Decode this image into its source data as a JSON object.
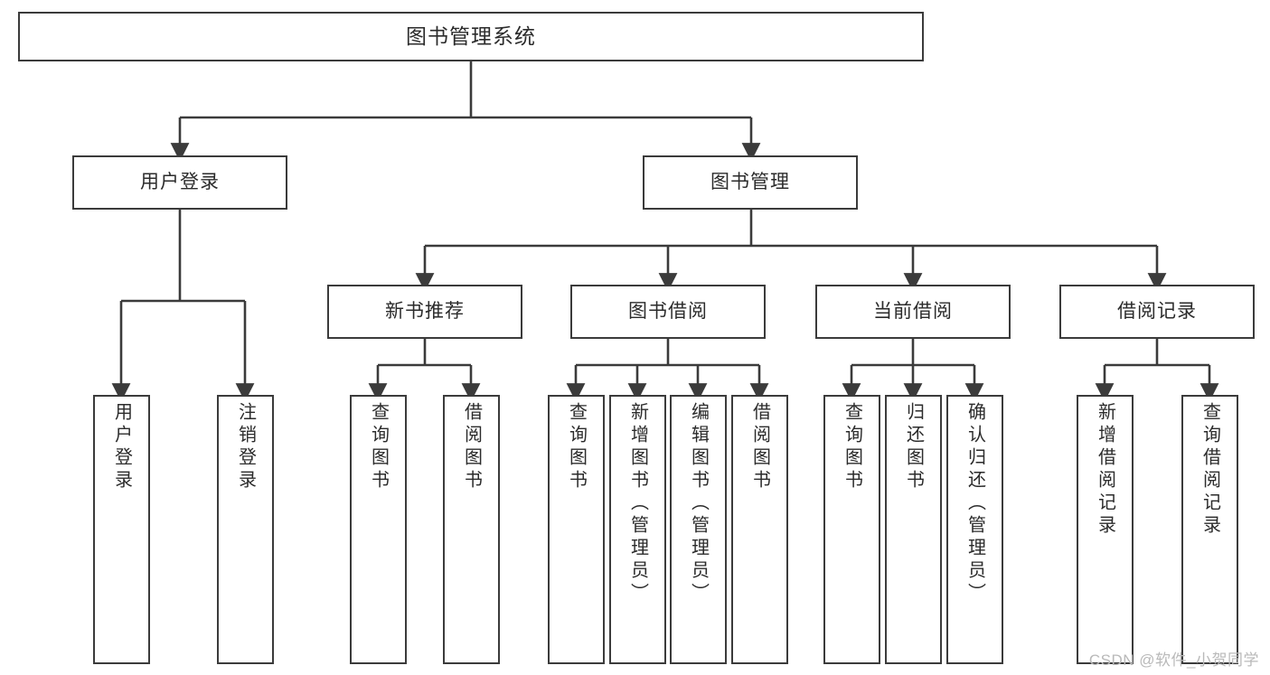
{
  "diagram": {
    "title": "图书管理系统",
    "type": "tree",
    "background_color": "#ffffff",
    "line_color": "#3b3b3b",
    "box_border_color": "#3b3b3b",
    "box_fill_color": "#ffffff",
    "text_color": "#2b2b2b"
  },
  "root": {
    "label": "图书管理系统"
  },
  "level1": [
    {
      "id": "user-login",
      "label": "用户登录"
    },
    {
      "id": "book-manage",
      "label": "图书管理"
    }
  ],
  "level2": [
    {
      "id": "new-book-recommend",
      "label": "新书推荐"
    },
    {
      "id": "book-borrow",
      "label": "图书借阅"
    },
    {
      "id": "current-borrow",
      "label": "当前借阅"
    },
    {
      "id": "borrow-record",
      "label": "借阅记录"
    }
  ],
  "leaves": {
    "user_login": [
      {
        "id": "leaf-user-login",
        "label": "用户登录"
      },
      {
        "id": "leaf-logout-login",
        "label": "注销登录"
      }
    ],
    "new_book_recommend": [
      {
        "id": "leaf-query-book-1",
        "label": "查询图书"
      },
      {
        "id": "leaf-borrow-book-1",
        "label": "借阅图书"
      }
    ],
    "book_borrow": [
      {
        "id": "leaf-query-book-2",
        "label": "查询图书"
      },
      {
        "id": "leaf-add-book",
        "label": "新增图书（管理员）"
      },
      {
        "id": "leaf-edit-book",
        "label": "编辑图书（管理员）"
      },
      {
        "id": "leaf-borrow-book-2",
        "label": "借阅图书"
      }
    ],
    "current_borrow": [
      {
        "id": "leaf-query-book-3",
        "label": "查询图书"
      },
      {
        "id": "leaf-return-book",
        "label": "归还图书"
      },
      {
        "id": "leaf-confirm-return",
        "label": "确认归还（管理员）"
      }
    ],
    "borrow_record": [
      {
        "id": "leaf-add-record",
        "label": "新增借阅记录"
      },
      {
        "id": "leaf-query-record",
        "label": "查询借阅记录"
      }
    ]
  },
  "watermark": {
    "text": "CSDN @软件_小贺同学"
  }
}
